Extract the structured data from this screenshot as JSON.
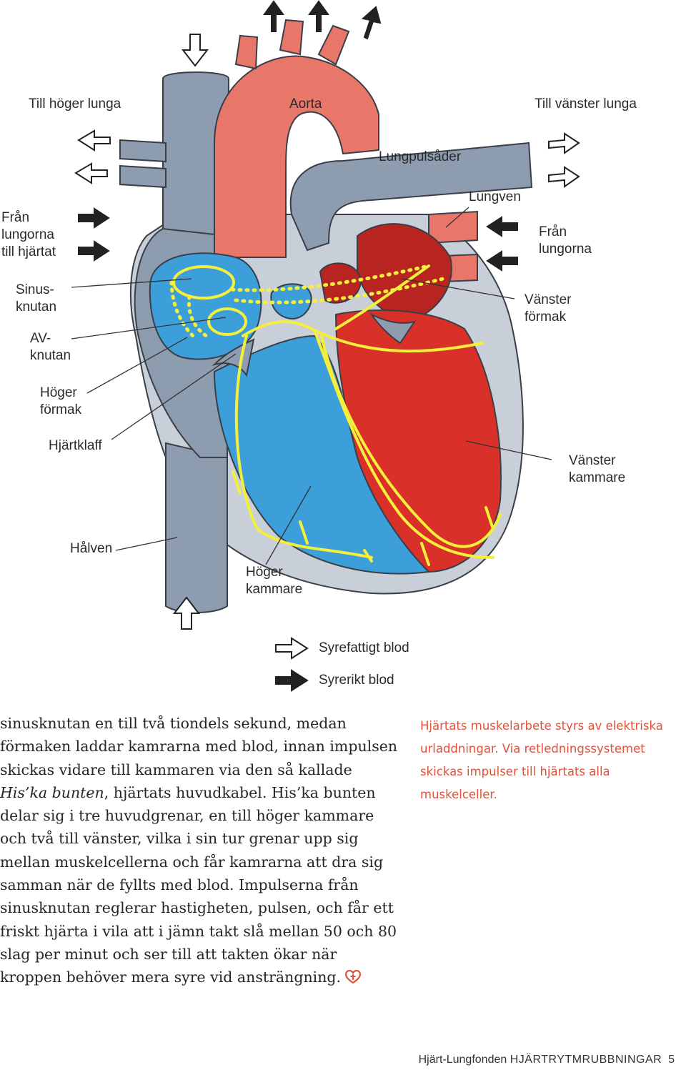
{
  "diagram": {
    "labels": {
      "till_hoger_lunga": "Till höger lunga",
      "aorta": "Aorta",
      "till_vanster_lunga": "Till vänster lunga",
      "lungpulsader": "Lungpulsåder",
      "lungven": "Lungven",
      "fran_lungorna_till_hjartat": "Från\nlungorna\ntill hjärtat",
      "fran_lungorna": "Från\nlungorna",
      "sinusknutan": "Sinus-\nknutan",
      "vanster_formak": "Vänster\nförmak",
      "av_knutan": "AV-\nknutan",
      "hoger_formak": "Höger\nförmak",
      "hjartklaff": "Hjärtklaff",
      "vanster_kammare": "Vänster\nkammare",
      "halven": "Hålven",
      "hoger_kammare": "Höger\nkammare"
    },
    "legend": {
      "deoxygenated": "Syrefattigt blod",
      "oxygenated": "Syrerikt blod"
    },
    "colors": {
      "vein_gray": "#8e9cb0",
      "aorta_red": "#e8776a",
      "right_blue": "#3d9fd9",
      "left_red": "#d9302a",
      "conduction_yellow": "#f4ef3a"
    }
  },
  "body": {
    "part1": "sinusknutan en till två tiondels sekund, medan förmaken laddar kamrarna med blod, innan impulsen skickas vidare till kammaren via den så kallade ",
    "italic": "His’ka bunten",
    "part2": ", hjärtats huvudkabel. His’ka bunten delar sig i tre huvudgrenar, en till höger kammare och två till vänster, vilka i sin tur grenar upp sig mellan muskelcellerna och får kamrarna att dra sig samman när de fyllts med blod. Impulserna från sinusknutan reglerar hastigheten, pulsen, och får ett friskt hjärta i vila att i jämn takt slå mellan 50 och 80 slag per minut och ser till att takten ökar när kroppen behöver mera syre vid ansträngning."
  },
  "side_note": "Hjärtats muskelarbete styrs av elektriska urladdningar. Via retledningssystemet skickas impulser till hjärtats alla muskelceller.",
  "footer": {
    "publisher": "Hjärt-Lungfonden ",
    "series": "HJÄRTRYTMRUBBNINGAR",
    "page": "5"
  }
}
